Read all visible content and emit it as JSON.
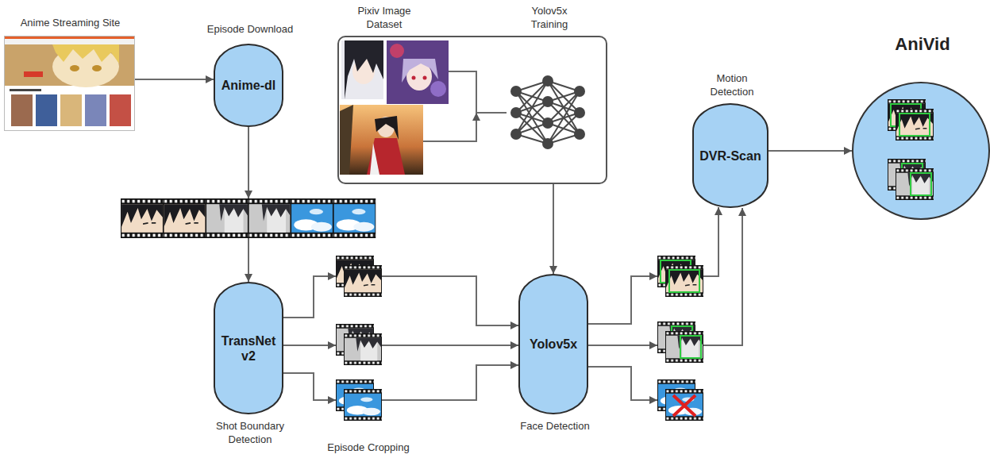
{
  "diagram": {
    "nodes": [
      {
        "text": [
          "Anime Streaming Site"
        ]
      },
      {
        "text": [
          "Episode Download",
          "Anime-dl"
        ]
      },
      {
        "text": [
          "Pixiv Image Dataset",
          "Yolov5x Training"
        ]
      },
      {
        "text": [
          "Motion Detection",
          "DVR-Scan"
        ]
      },
      {
        "text": [
          "AniVid"
        ]
      },
      {
        "text": [
          "TransNet v2",
          "Shot Boundary Detection"
        ]
      },
      {
        "text": [
          "Yolov5x",
          "Face Detection"
        ]
      }
    ],
    "edges": [
      {
        "from": 0,
        "to": 1,
        "arrow": "to"
      },
      {
        "from": 1,
        "to": 5,
        "arrow": "to"
      },
      {
        "from": 5,
        "to": 6,
        "arrow": "to"
      },
      {
        "from": 2,
        "to": 6,
        "arrow": "to"
      },
      {
        "from": 6,
        "to": 3,
        "arrow": "to"
      },
      {
        "from": 3,
        "to": 4,
        "arrow": "to"
      }
    ],
    "labels": [
      "Episode Cropping"
    ]
  }
}
